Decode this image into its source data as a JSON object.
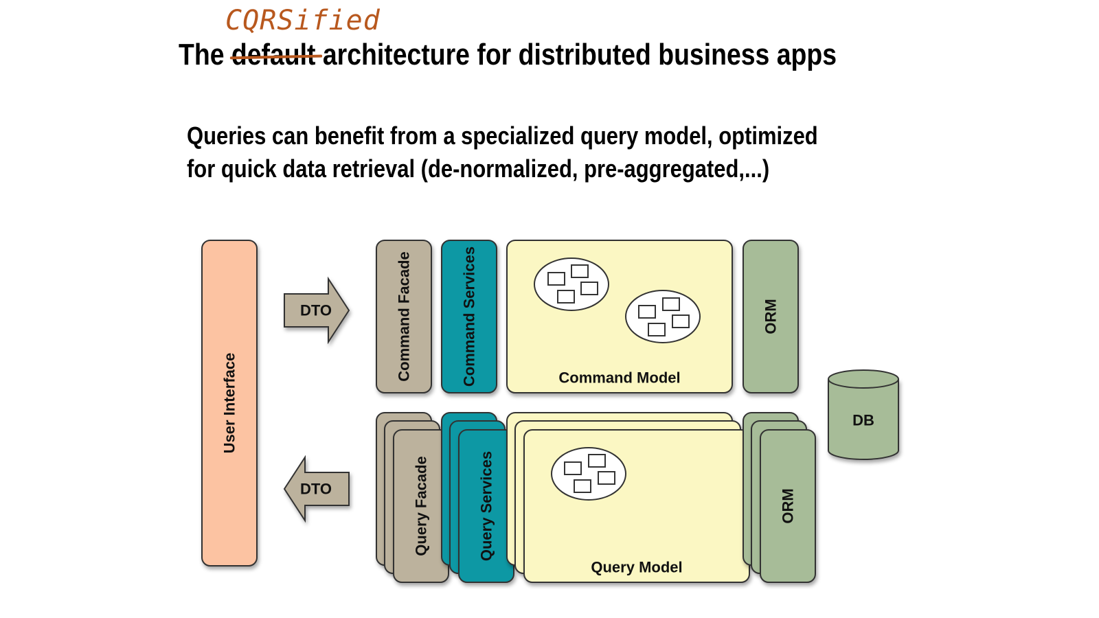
{
  "title": {
    "prefix": "The ",
    "struck_word": "default",
    "suffix": " architecture for distributed business apps",
    "annotation": "CQRSified"
  },
  "subtitle": {
    "line1": "Queries can benefit from a specialized query model, optimized",
    "line2": "for quick data retrieval (de-normalized, pre-aggregated,...)"
  },
  "diagram": {
    "user_interface": "User Interface",
    "dto_command": "DTO",
    "dto_query": "DTO",
    "command_facade": "Command Facade",
    "command_services": "Command Services",
    "command_model": "Command Model",
    "command_orm": "ORM",
    "db": "DB",
    "query_facade": "Query Facade",
    "query_services": "Query Services",
    "query_model": "Query Model",
    "query_orm": "ORM"
  },
  "colors": {
    "user_interface": "#fcc3a2",
    "facade": "#bcb29d",
    "services": "#0e98a4",
    "model": "#fbf7c3",
    "orm": "#a7bc98",
    "annotation": "#b8581e"
  }
}
